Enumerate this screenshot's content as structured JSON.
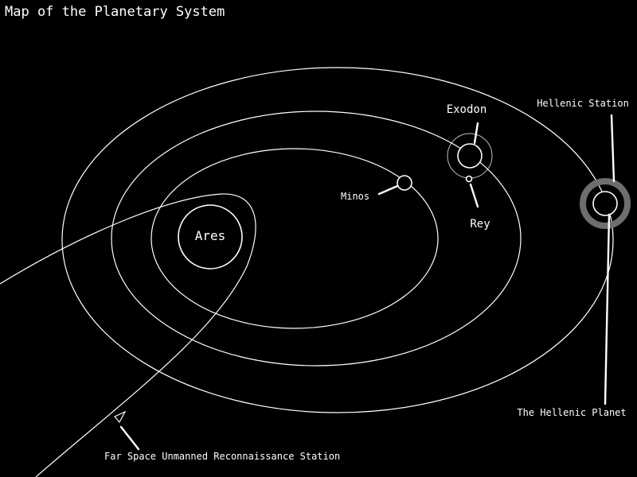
{
  "diagram": {
    "title": "Map of the Planetary System",
    "labels": {
      "ares": "Ares",
      "exodon": "Exodon",
      "minos": "Minos",
      "rey": "Rey",
      "hellenic_station": "Hellenic Station",
      "hellenic_planet": "The Hellenic Planet",
      "far_space_station": "Far Space Unmanned Reconnaissance Station"
    },
    "colors": {
      "background": "#000000",
      "line": "#ffffff",
      "station_ring": "#6e6e6e"
    }
  }
}
